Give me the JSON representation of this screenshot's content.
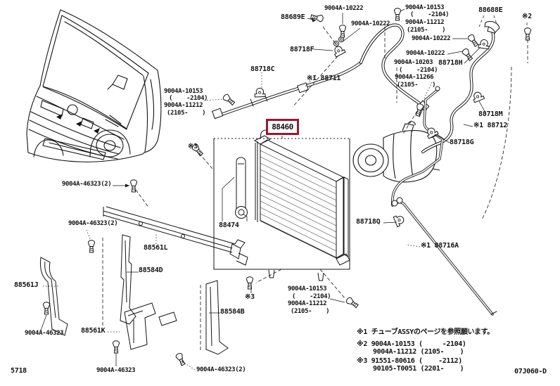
{
  "doc": {
    "page_code": "5718",
    "plate_code": "07J060-D",
    "highlight_color": "#9b1733",
    "line_color": "#141414"
  },
  "highlight": {
    "part_number": "88460"
  },
  "callouts": [
    {
      "text": "88689E"
    },
    {
      "text": "9004A-10222"
    },
    {
      "text": "9004A-10222"
    },
    {
      "text": "88718F"
    },
    {
      "text": "88718C"
    },
    {
      "text": "※1 88711"
    },
    {
      "text": "9004A-10153"
    },
    {
      "text": "(    -2104)"
    },
    {
      "text": "9004A-11212"
    },
    {
      "text": "(2105-    )"
    },
    {
      "text": "88688E"
    },
    {
      "text": "※2"
    },
    {
      "text": "9004A-10222"
    },
    {
      "text": "9004A-10222"
    },
    {
      "text": "9004A-10203"
    },
    {
      "text": "(    -2104)"
    },
    {
      "text": "9004A-11266"
    },
    {
      "text": "(2105-    )"
    },
    {
      "text": "88718H"
    },
    {
      "text": "88718M"
    },
    {
      "text": "※1 88712"
    },
    {
      "text": "88718G"
    },
    {
      "text": "9004A-10153"
    },
    {
      "text": "(    -2104)"
    },
    {
      "text": "9004A-11212"
    },
    {
      "text": "(2105-    )"
    },
    {
      "text": "※3"
    },
    {
      "text": "88474"
    },
    {
      "text": "9004A-46323(2)"
    },
    {
      "text": "9004A-46323(2)"
    },
    {
      "text": "88561L"
    },
    {
      "text": "88584D"
    },
    {
      "text": "88561J"
    },
    {
      "text": "9004A-46323"
    },
    {
      "text": "88561K"
    },
    {
      "text": "9004A-46323"
    },
    {
      "text": "88584B"
    },
    {
      "text": "9004A-46323(2)"
    },
    {
      "text": "※3"
    },
    {
      "text": "9004A-10153"
    },
    {
      "text": "(    -2104)"
    },
    {
      "text": "9004A-11212"
    },
    {
      "text": "(2105-    )"
    },
    {
      "text": "88718Q"
    },
    {
      "text": "※1 88716A"
    }
  ],
  "notes": {
    "note1": "※1 チューブASSYのページを参照願います。",
    "note2_line1": "※2 9004A-10153 (     -2104)",
    "note2_line2": "9004A-11212 (2105-    )",
    "note3_line1": "※3 91551-80616 (    -2112)",
    "note3_line2": "90105-T0051 (2201-    )"
  }
}
